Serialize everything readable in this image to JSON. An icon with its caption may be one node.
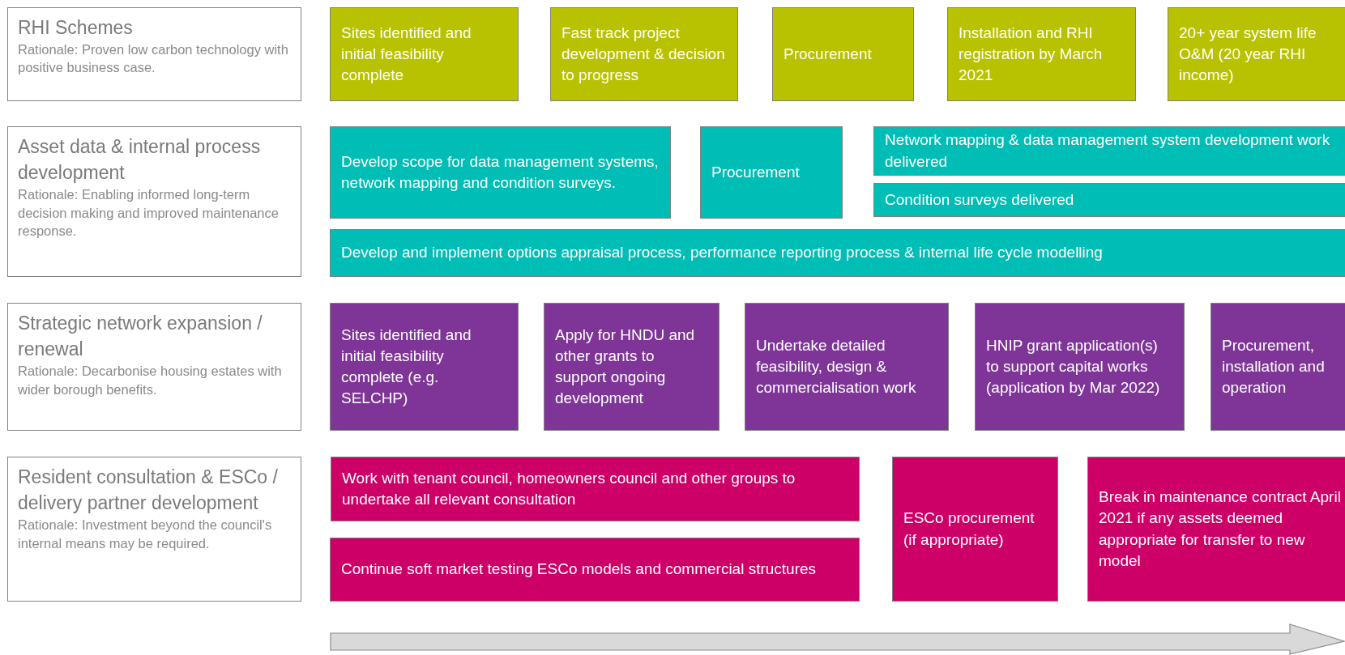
{
  "diagram": {
    "nodes": [
      {
        "text": [
          "RHI Schemes",
          "Rationale: Proven low carbon technology with positive business case."
        ]
      },
      {
        "text": [
          "Sites identified and initial feasibility complete"
        ]
      },
      {
        "text": [
          "Fast track project development & decision to progress"
        ]
      },
      {
        "text": [
          "Procurement"
        ]
      },
      {
        "text": [
          "Installation and RHI registration by March 2021"
        ]
      },
      {
        "text": [
          "20+ year system life O&M (20 year RHI income)"
        ]
      },
      {
        "text": [
          "Asset data & internal process development",
          "Rationale: Enabling informed long-term decision making and improved maintenance response."
        ]
      },
      {
        "text": [
          "Develop scope for data management systems, network mapping and condition surveys."
        ]
      },
      {
        "text": [
          "Procurement"
        ]
      },
      {
        "text": [
          "Network mapping & data management system development work delivered"
        ]
      },
      {
        "text": [
          "Condition surveys delivered"
        ]
      },
      {
        "text": [
          "Develop and implement options appraisal process, performance reporting process & internal life cycle modelling"
        ]
      },
      {
        "text": [
          "Strategic network expansion / renewal",
          "Rationale: Decarbonise housing estates with wider borough benefits."
        ]
      },
      {
        "text": [
          "Sites identified and initial feasibility complete (e.g. SELCHP)"
        ]
      },
      {
        "text": [
          "Apply for HNDU and other grants to support ongoing development"
        ]
      },
      {
        "text": [
          "Undertake detailed feasibility, design & commercialisation work"
        ]
      },
      {
        "text": [
          "HNIP grant application(s) to support capital works (application by Mar 2022)"
        ]
      },
      {
        "text": [
          "Procurement, installation and operation"
        ]
      },
      {
        "text": [
          "Resident consultation & ESCo / delivery partner development",
          "Rationale: Investment beyond the council's internal means may be required."
        ]
      },
      {
        "text": [
          "Work with tenant council, homeowners council and other groups to undertake all relevant consultation"
        ]
      },
      {
        "text": [
          "Continue soft market testing ESCo models and commercial structures"
        ]
      },
      {
        "text": [
          "ESCo procurement (if appropriate)"
        ]
      },
      {
        "text": [
          "Break in maintenance contract April 2021 if any assets deemed appropriate for transfer to new model"
        ]
      }
    ]
  }
}
